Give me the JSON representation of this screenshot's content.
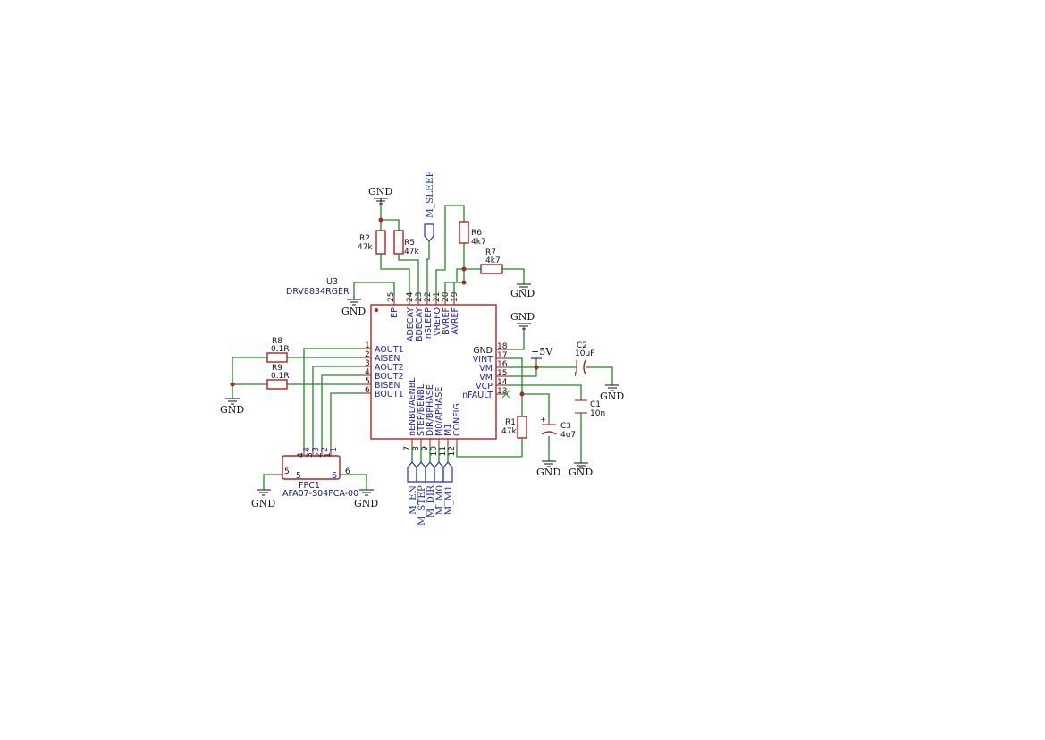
{
  "ic": {
    "ref": "U3",
    "value": "DRV8834RGER",
    "left_pins": [
      {
        "num": "1",
        "name": "AOUT1"
      },
      {
        "num": "2",
        "name": "AISEN"
      },
      {
        "num": "3",
        "name": "AOUT2"
      },
      {
        "num": "4",
        "name": "BOUT2"
      },
      {
        "num": "5",
        "name": "BISEN"
      },
      {
        "num": "6",
        "name": "BOUT1"
      }
    ],
    "right_pins": [
      {
        "num": "18",
        "name": "GND"
      },
      {
        "num": "17",
        "name": "VINT"
      },
      {
        "num": "16",
        "name": "VM"
      },
      {
        "num": "15",
        "name": "VM"
      },
      {
        "num": "14",
        "name": "VCP"
      },
      {
        "num": "13",
        "name": "nFAULT"
      }
    ],
    "top_pins": [
      {
        "num": "25",
        "name": "EP"
      },
      {
        "num": "24",
        "name": "ADECAY"
      },
      {
        "num": "23",
        "name": "BDECAY"
      },
      {
        "num": "22",
        "name": "nSLEEP"
      },
      {
        "num": "21",
        "name": "VREFO"
      },
      {
        "num": "20",
        "name": "BVREF"
      },
      {
        "num": "19",
        "name": "AVREF"
      }
    ],
    "bottom_pins": [
      {
        "num": "7",
        "name": "nENBL/AENBL"
      },
      {
        "num": "8",
        "name": "STEP/BENBL"
      },
      {
        "num": "9",
        "name": "DIR/BPHASE"
      },
      {
        "num": "10",
        "name": "M0/APHASE"
      },
      {
        "num": "11",
        "name": "M1"
      },
      {
        "num": "12",
        "name": "CONFIG"
      }
    ]
  },
  "resistors": [
    {
      "ref": "R2",
      "value": "47k"
    },
    {
      "ref": "R5",
      "value": "47k"
    },
    {
      "ref": "R6",
      "value": "4k7"
    },
    {
      "ref": "R7",
      "value": "4k7"
    },
    {
      "ref": "R8",
      "value": "0.1R"
    },
    {
      "ref": "R9",
      "value": "0.1R"
    },
    {
      "ref": "R1",
      "value": "47k"
    }
  ],
  "capacitors": [
    {
      "ref": "C2",
      "value": "10uF"
    },
    {
      "ref": "C1",
      "value": "10n"
    },
    {
      "ref": "C3",
      "value": "4u7"
    }
  ],
  "connector": {
    "ref": "FPC1",
    "value": "AFA07-S04FCA-00",
    "pins": [
      "4",
      "3",
      "2",
      "1",
      "5",
      "6"
    ]
  },
  "power": {
    "gnd": "GND",
    "vcc": "+5V"
  },
  "labels": {
    "sleep": "M_SLEEP",
    "en": "M_EN",
    "step": "M_STEP",
    "dir": "M_DIR",
    "m0": "M_M0",
    "m1": "M_M1"
  },
  "colors": {
    "wire": "#1f8a1f",
    "component": "#b02222",
    "pin_text": "#2222aa",
    "hier_label": "#2233bb"
  }
}
